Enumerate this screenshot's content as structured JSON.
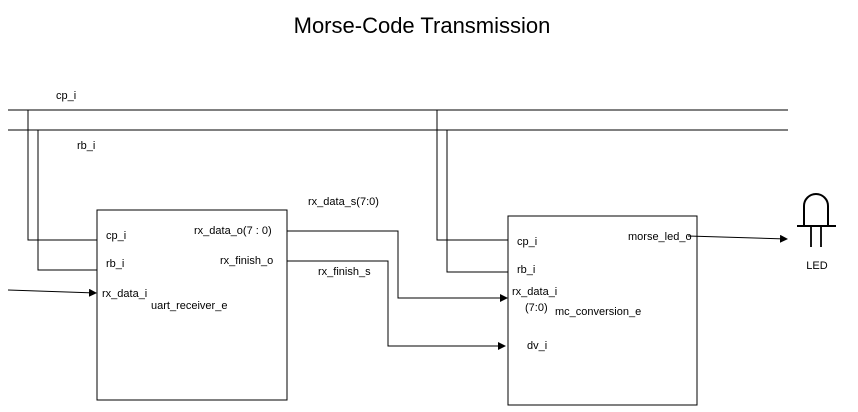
{
  "title": "Morse-Code Transmission",
  "signals": {
    "clock": "cp_i",
    "reset": "rb_i",
    "rx_data_sig": "rx_data_s(7:0)",
    "rx_finish_sig": "rx_finish_s"
  },
  "uart": {
    "name": "uart_receiver_e",
    "cp": "cp_i",
    "rb": "rb_i",
    "rx_data_in": "rx_data_i",
    "rx_data_out": "rx_data_o(7 : 0)",
    "rx_finish_out": "rx_finish_o"
  },
  "mc": {
    "name": "mc_conversion_e",
    "cp": "cp_i",
    "rb": "rb_i",
    "rx_data_in": "rx_data_i",
    "rx_data_width": "(7:0)",
    "dv": "dv_i",
    "led_out": "morse_led_o"
  },
  "led": {
    "label": "LED",
    "icon": "led-icon"
  }
}
